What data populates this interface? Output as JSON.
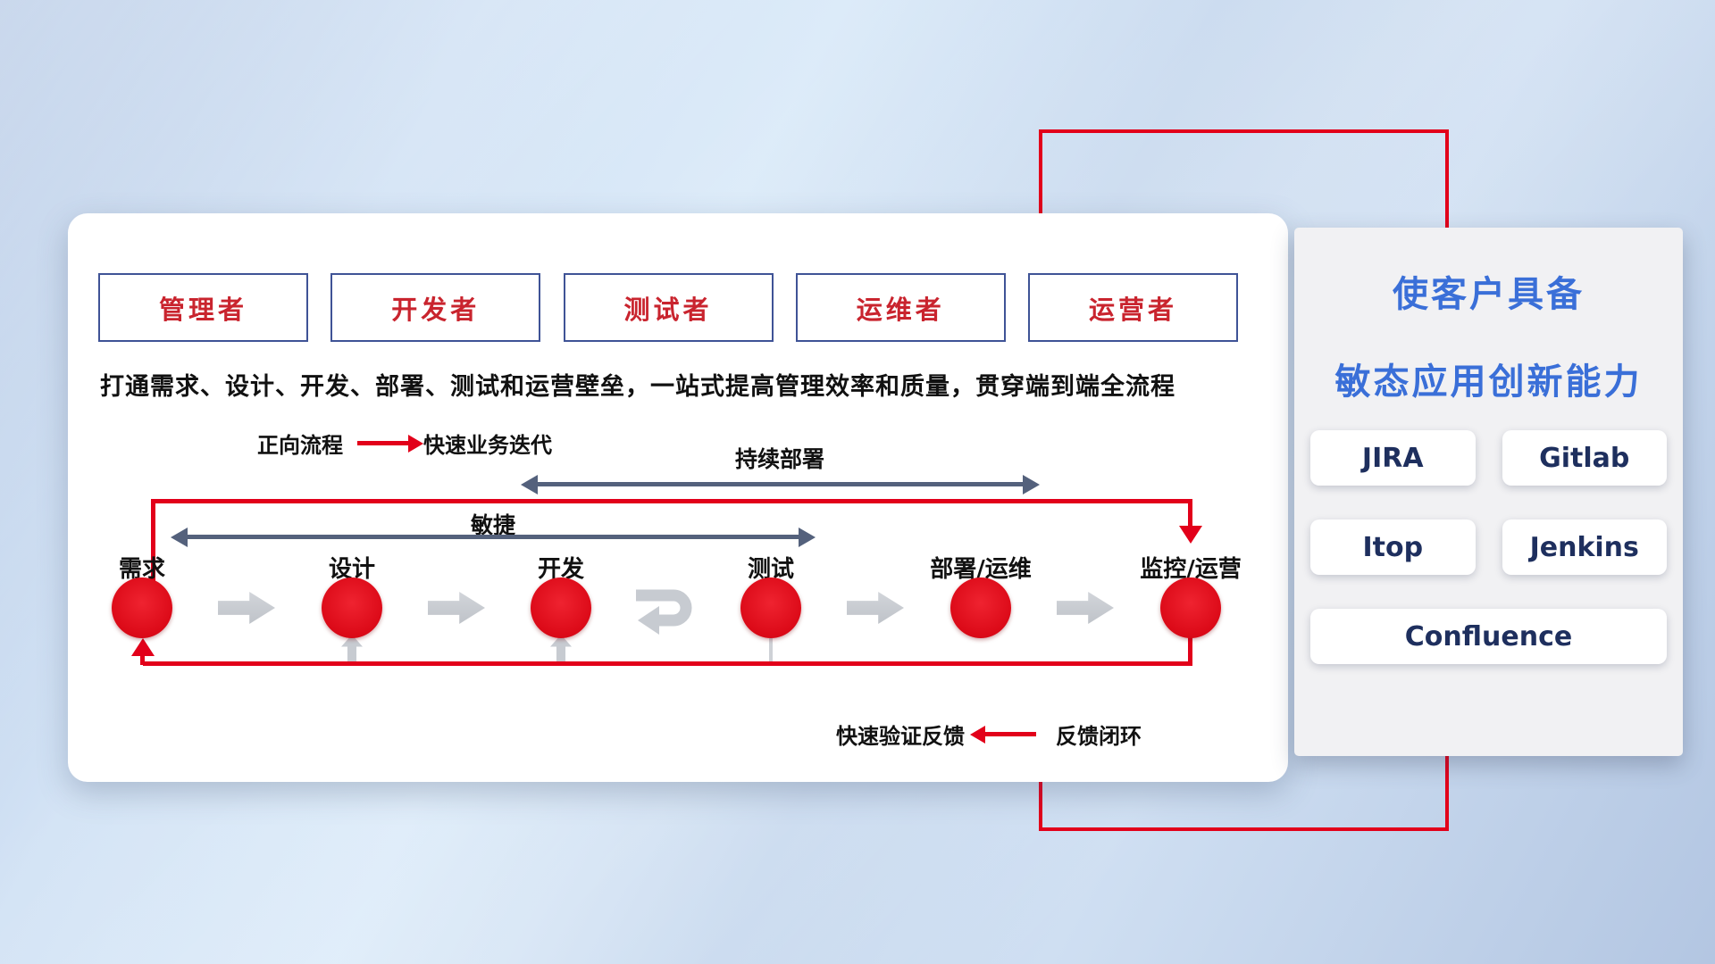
{
  "roles": {
    "items": [
      "管理者",
      "开发者",
      "测试者",
      "运维者",
      "运营者"
    ]
  },
  "description": "打通需求、设计、开发、部署、测试和运营壁垒，一站式提高管理效率和质量，贯穿端到端全流程",
  "legend_forward": {
    "label": "正向流程",
    "value": "快速业务迭代"
  },
  "legend_feedback": {
    "label": "快速验证反馈",
    "value": "反馈闭环"
  },
  "flow": {
    "stages": [
      "需求",
      "设计",
      "开发",
      "测试",
      "部署/运维",
      "监控/运营"
    ],
    "agile_label": "敏捷",
    "continuous_deployment_label": "持续部署"
  },
  "right_panel": {
    "title_line1": "使客户具备",
    "title_line2": "敏态应用创新能力",
    "tools": [
      "JIRA",
      "Gitlab",
      "Itop",
      "Jenkins",
      "Confluence"
    ]
  },
  "colors": {
    "accent_red": "#e2001a",
    "arrow_navy": "#54617c",
    "arrow_gray": "#c7cbd1",
    "title_blue": "#3a6fd8",
    "tool_text_navy": "#1e2f5e",
    "role_border_navy": "#3f5396",
    "role_text_red": "#c9242e"
  }
}
